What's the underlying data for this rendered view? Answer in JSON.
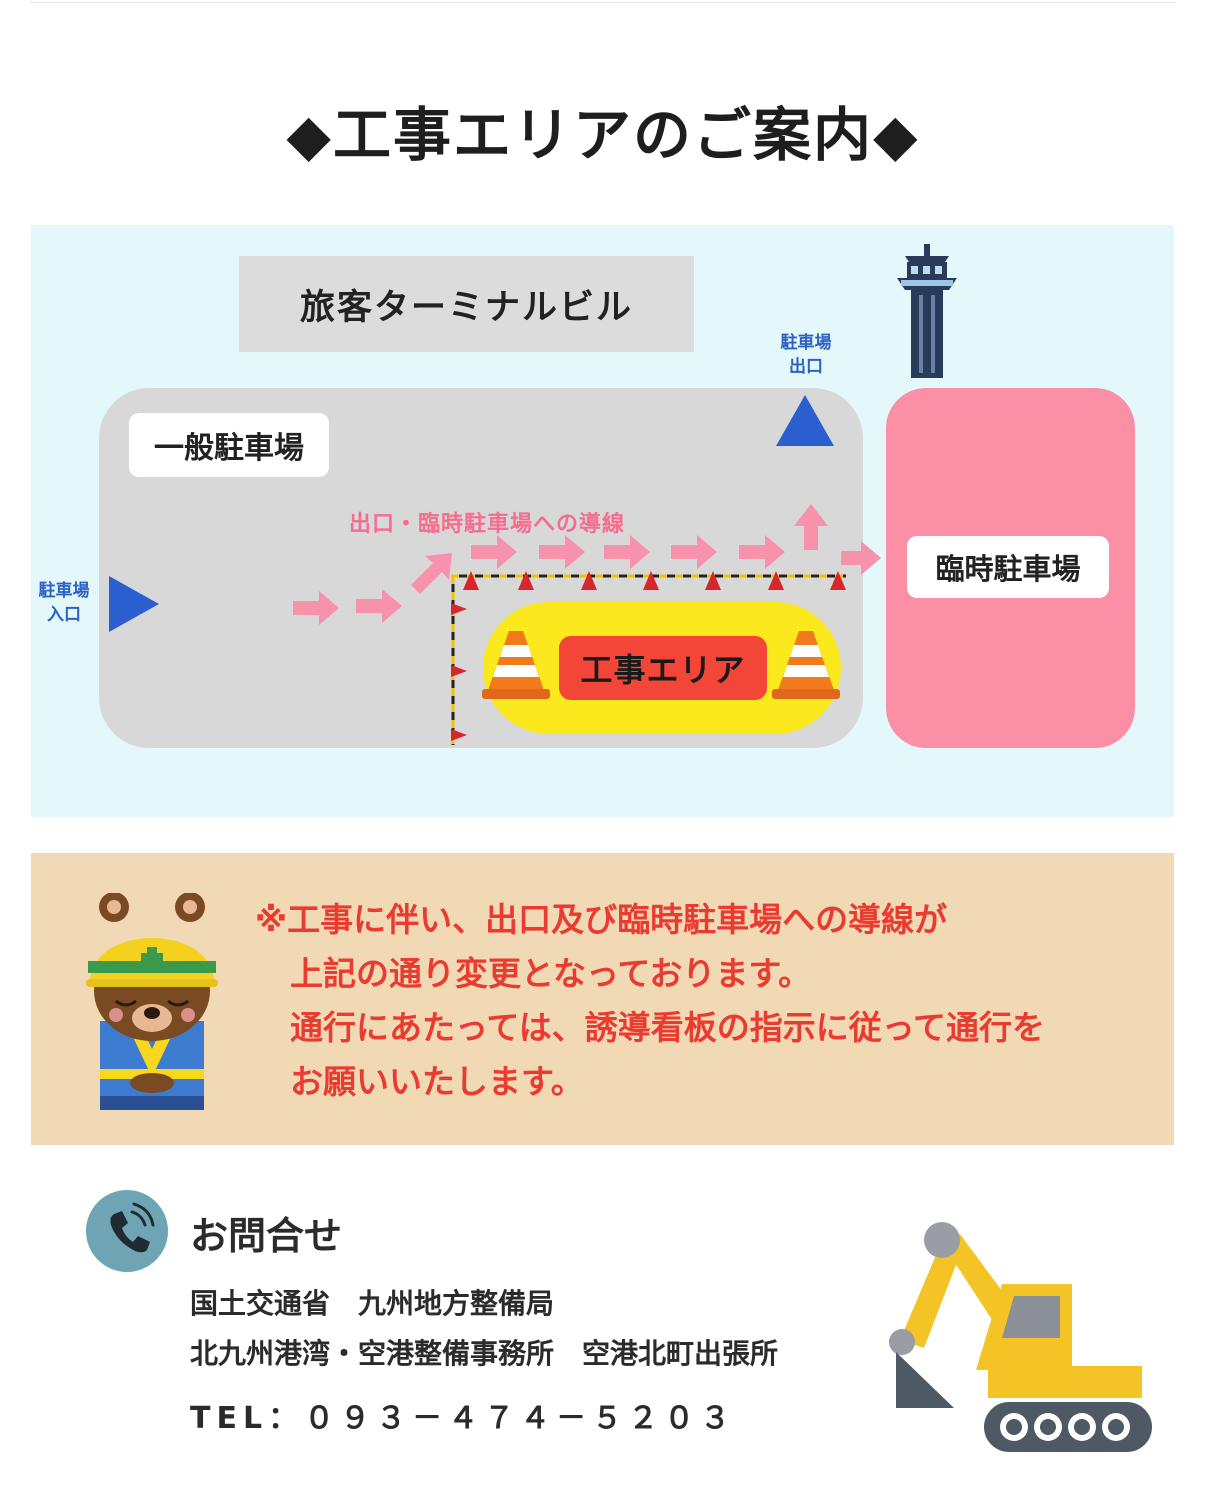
{
  "page": {
    "title": "◆工事エリアのご案内◆"
  },
  "map": {
    "terminal_label": "旅客ターミナルビル",
    "general_lot_label": "一般駐車場",
    "temporary_lot_label": "臨時駐車場",
    "construction_label": "工事エリア",
    "entrance_label_1": "駐車場",
    "entrance_label_2": "入口",
    "exit_label_1": "駐車場",
    "exit_label_2": "出口",
    "flow_label": "出口・臨時駐車場への導線"
  },
  "notice": {
    "line1": "※工事に伴い、出口及び臨時駐車場への導線が",
    "line2": "上記の通り変更となっております。",
    "line3": "通行にあたっては、誘導看板の指示に従って通行を",
    "line4": "お願いいたします。"
  },
  "contact": {
    "title": "お問合せ",
    "line1": "国土交通省　九州地方整備局",
    "line2": "北九州港湾・空港整備事務所　空港北町出張所",
    "tel": "TEL：０９３－４７４－５２０３"
  },
  "colors": {
    "map_background": "#e4f8fb",
    "lot_gray": "#d8d8d8",
    "temp_lot_pink": "#fa8fa5",
    "construction_yellow": "#fbe81d",
    "construction_red": "#f34538",
    "arrow_pink": "#f792ac",
    "marker_blue": "#2b5fd0",
    "notice_background": "#f2d9b5",
    "notice_text": "#ea3b30"
  },
  "icons": {
    "entrance": "triangle-right-icon",
    "exit": "triangle-up-icon",
    "tower": "control-tower-icon",
    "cone": "traffic-cone-icon",
    "phone": "phone-icon",
    "bear": "bear-worker-illustration",
    "excavator": "excavator-illustration"
  }
}
